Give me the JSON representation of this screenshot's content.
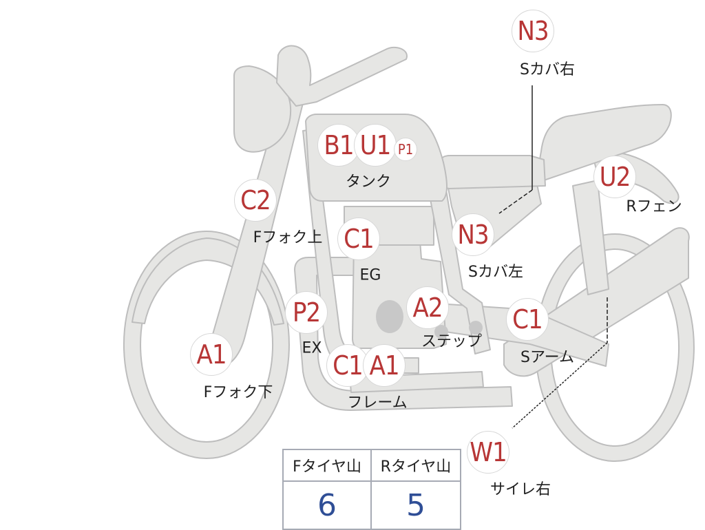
{
  "points": [
    {
      "code": "N3",
      "part": "Sカバ右"
    },
    {
      "code": "B1",
      "part": "タンク"
    },
    {
      "code": "U1"
    },
    {
      "code": "P1"
    },
    {
      "code": "C2",
      "part": "Fフォク上"
    },
    {
      "code": "U2",
      "part": "Rフェン"
    },
    {
      "code": "C1",
      "part": "EG"
    },
    {
      "code": "N3",
      "part": "Sカバ左"
    },
    {
      "code": "P2",
      "part": "EX"
    },
    {
      "code": "A2",
      "part": "ステップ"
    },
    {
      "code": "C1",
      "part": "Sアーム"
    },
    {
      "code": "A1",
      "part": "Fフォク下"
    },
    {
      "code": "C1",
      "part": "フレーム"
    },
    {
      "code": "A1"
    },
    {
      "code": "W1",
      "part": "サイレ右"
    }
  ],
  "tread_table": {
    "headers": [
      "Fタイヤ山",
      "Rタイヤ山"
    ],
    "values": [
      "6",
      "5"
    ]
  },
  "colors": {
    "badge_text": "#b73636",
    "bike_fill": "#e6e6e4",
    "bike_outline": "#bdbdbd",
    "table_value": "#2f4e96"
  }
}
